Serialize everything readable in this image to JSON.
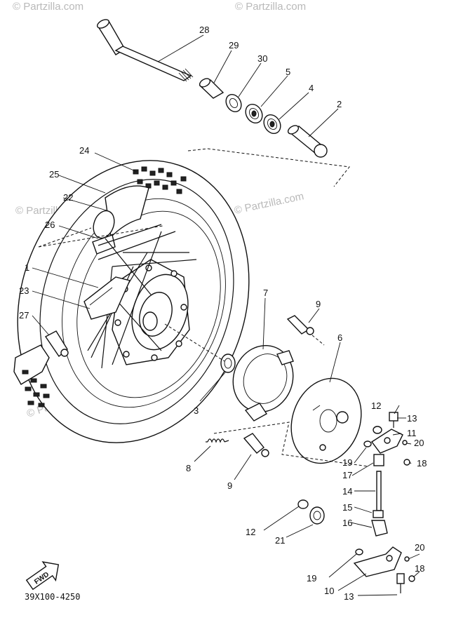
{
  "watermark": "© Partzilla.com",
  "drawing_code": "39X100-4250",
  "fwd_label": "FWD",
  "callouts": {
    "c1": "1",
    "c2": "2",
    "c3": "3",
    "c4": "4",
    "c5": "5",
    "c6": "6",
    "c7": "7",
    "c8": "8",
    "c9a": "9",
    "c9b": "9",
    "c10": "10",
    "c11": "11",
    "c12a": "12",
    "c12b": "12",
    "c13a": "13",
    "c13b": "13",
    "c14": "14",
    "c15": "15",
    "c16": "16",
    "c17": "17",
    "c18a": "18",
    "c18b": "18",
    "c19a": "19",
    "c19b": "19",
    "c20a": "20",
    "c20b": "20",
    "c21": "21",
    "c22": "22",
    "c23": "23",
    "c24": "24",
    "c25": "25",
    "c26": "26",
    "c27": "27",
    "c28": "28",
    "c29": "29",
    "c30": "30"
  }
}
